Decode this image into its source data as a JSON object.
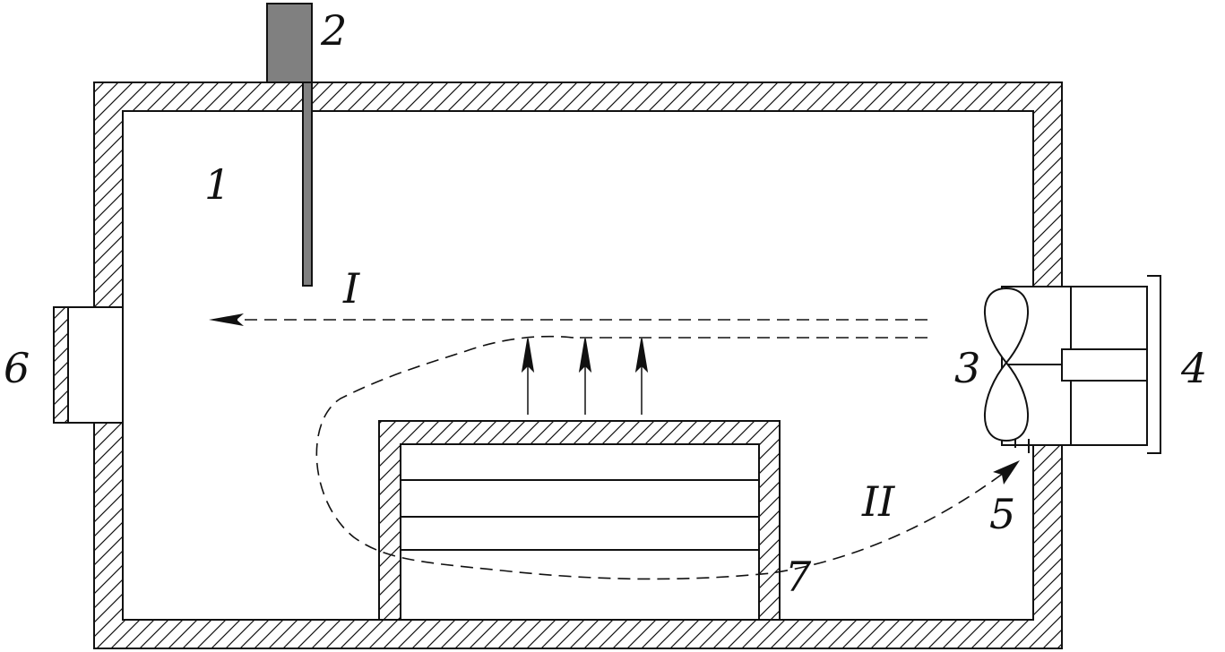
{
  "labels": {
    "chamber": "1",
    "probe": "2",
    "fan": "3",
    "motor": "4",
    "gap": "5",
    "door": "6",
    "stack": "7",
    "flow_upper": "I",
    "flow_lower": "II"
  },
  "colors": {
    "line": "#111111",
    "probe_fill": "#808080",
    "background": "#ffffff"
  }
}
